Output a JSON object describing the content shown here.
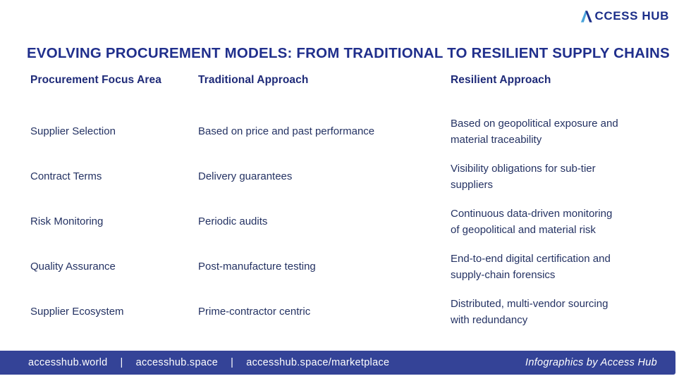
{
  "logo": {
    "brand": "ACCESS HUB",
    "first_letter": "A",
    "brand_rest": "CCESS HUB"
  },
  "title": "EVOLVING PROCUREMENT MODELS: FROM TRADITIONAL TO RESILIENT SUPPLY CHAINS",
  "colors": {
    "title_navy": "#202f8c",
    "header_navy": "#1e2a78",
    "body_navy": "#243263",
    "footer_bg": "#344397",
    "logo_navy": "#1c2f8a",
    "logo_accent": "#4aa3da",
    "footer_text": "#ffffff"
  },
  "table": {
    "columns": [
      "Procurement Focus Area",
      "Traditional Approach",
      "Resilient Approach"
    ],
    "rows": [
      {
        "focus": "Supplier Selection",
        "traditional": "Based on price and past performance",
        "resilient": "Based on geopolitical exposure and\nmaterial traceability"
      },
      {
        "focus": "Contract Terms",
        "traditional": "Delivery guarantees",
        "resilient": "Visibility obligations for sub-tier\nsuppliers"
      },
      {
        "focus": "Risk Monitoring",
        "traditional": "Periodic audits",
        "resilient": "Continuous data-driven monitoring\nof geopolitical and material risk"
      },
      {
        "focus": "Quality Assurance",
        "traditional": "Post-manufacture testing",
        "resilient": "End-to-end digital certification and\nsupply-chain forensics"
      },
      {
        "focus": "Supplier Ecosystem",
        "traditional": "Prime-contractor centric",
        "resilient": "Distributed, multi-vendor sourcing\nwith redundancy"
      }
    ]
  },
  "footer": {
    "links": [
      "accesshub.world",
      "accesshub.space",
      "accesshub.space/marketplace"
    ],
    "separator": "|",
    "credit": "Infographics by Access Hub"
  }
}
